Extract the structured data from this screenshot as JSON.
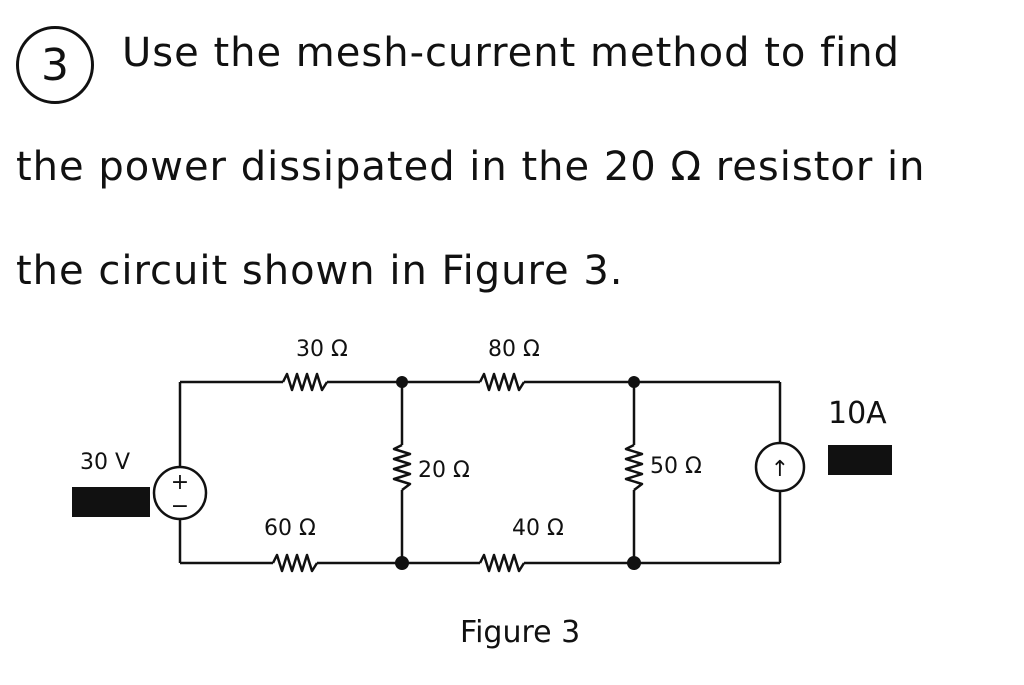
{
  "problem": {
    "number": "3",
    "line1": "Use the mesh-current method to find",
    "line2": "the power dissipated in the 20 Ω resistor in",
    "line3": "the circuit shown in Figure 3."
  },
  "circuit": {
    "resistors": {
      "r30": "30 Ω",
      "r80": "80 Ω",
      "r20": "20 Ω",
      "r50": "50 Ω",
      "r60": "60 Ω",
      "r40": "40 Ω"
    },
    "voltage_source": "30 V",
    "current_source": "10A",
    "plus_sign": "+",
    "minus_sign": "−",
    "arrow_glyph": "↑"
  },
  "figure_caption": "Figure 3"
}
